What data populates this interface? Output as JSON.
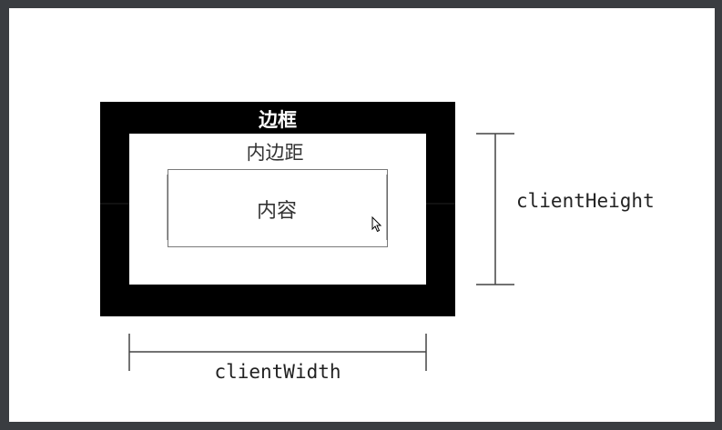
{
  "diagram": {
    "border_label": "边框",
    "padding_label": "内边距",
    "content_label": "内容",
    "height_label": "clientHeight",
    "width_label": "clientWidth"
  }
}
